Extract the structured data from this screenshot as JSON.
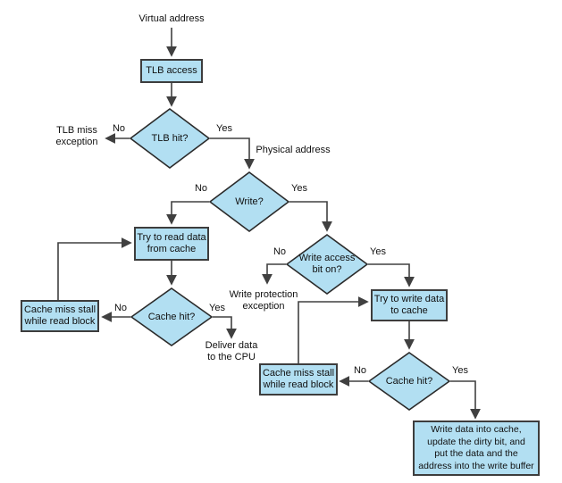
{
  "diagram": {
    "type": "flowchart",
    "subject": "TLB and cache access flow for reads and writes",
    "colors": {
      "node_fill": "#b2dff2",
      "node_border": "#3d3d3d",
      "connector": "#404040",
      "text": "#101010",
      "background": "#ffffff"
    },
    "nodes": {
      "virtual_address": "Virtual address",
      "tlb_access": "TLB access",
      "tlb_hit": "TLB hit?",
      "tlb_miss_exception": "TLB miss\nexception",
      "physical_address": "Physical address",
      "write": "Write?",
      "try_read": "Try to read data\nfrom cache",
      "cache_hit_read": "Cache hit?",
      "cache_miss_read": "Cache miss stall\nwhile read block",
      "deliver_data": "Deliver data\nto the CPU",
      "write_access": "Write access\nbit on?",
      "write_protection_exception": "Write protection\nexception",
      "try_write": "Try to write data\nto cache",
      "cache_hit_write": "Cache hit?",
      "cache_miss_write": "Cache miss stall\nwhile read block",
      "write_data_buffer": "Write data into cache,\nupdate the dirty bit, and\nput the data and the\naddress into the write buffer"
    },
    "edge_labels": {
      "tlb_hit_no": "No",
      "tlb_hit_yes": "Yes",
      "write_no": "No",
      "write_yes": "Yes",
      "cache_hit_read_no": "No",
      "cache_hit_read_yes": "Yes",
      "write_access_no": "No",
      "write_access_yes": "Yes",
      "cache_hit_write_no": "No",
      "cache_hit_write_yes": "Yes"
    }
  }
}
